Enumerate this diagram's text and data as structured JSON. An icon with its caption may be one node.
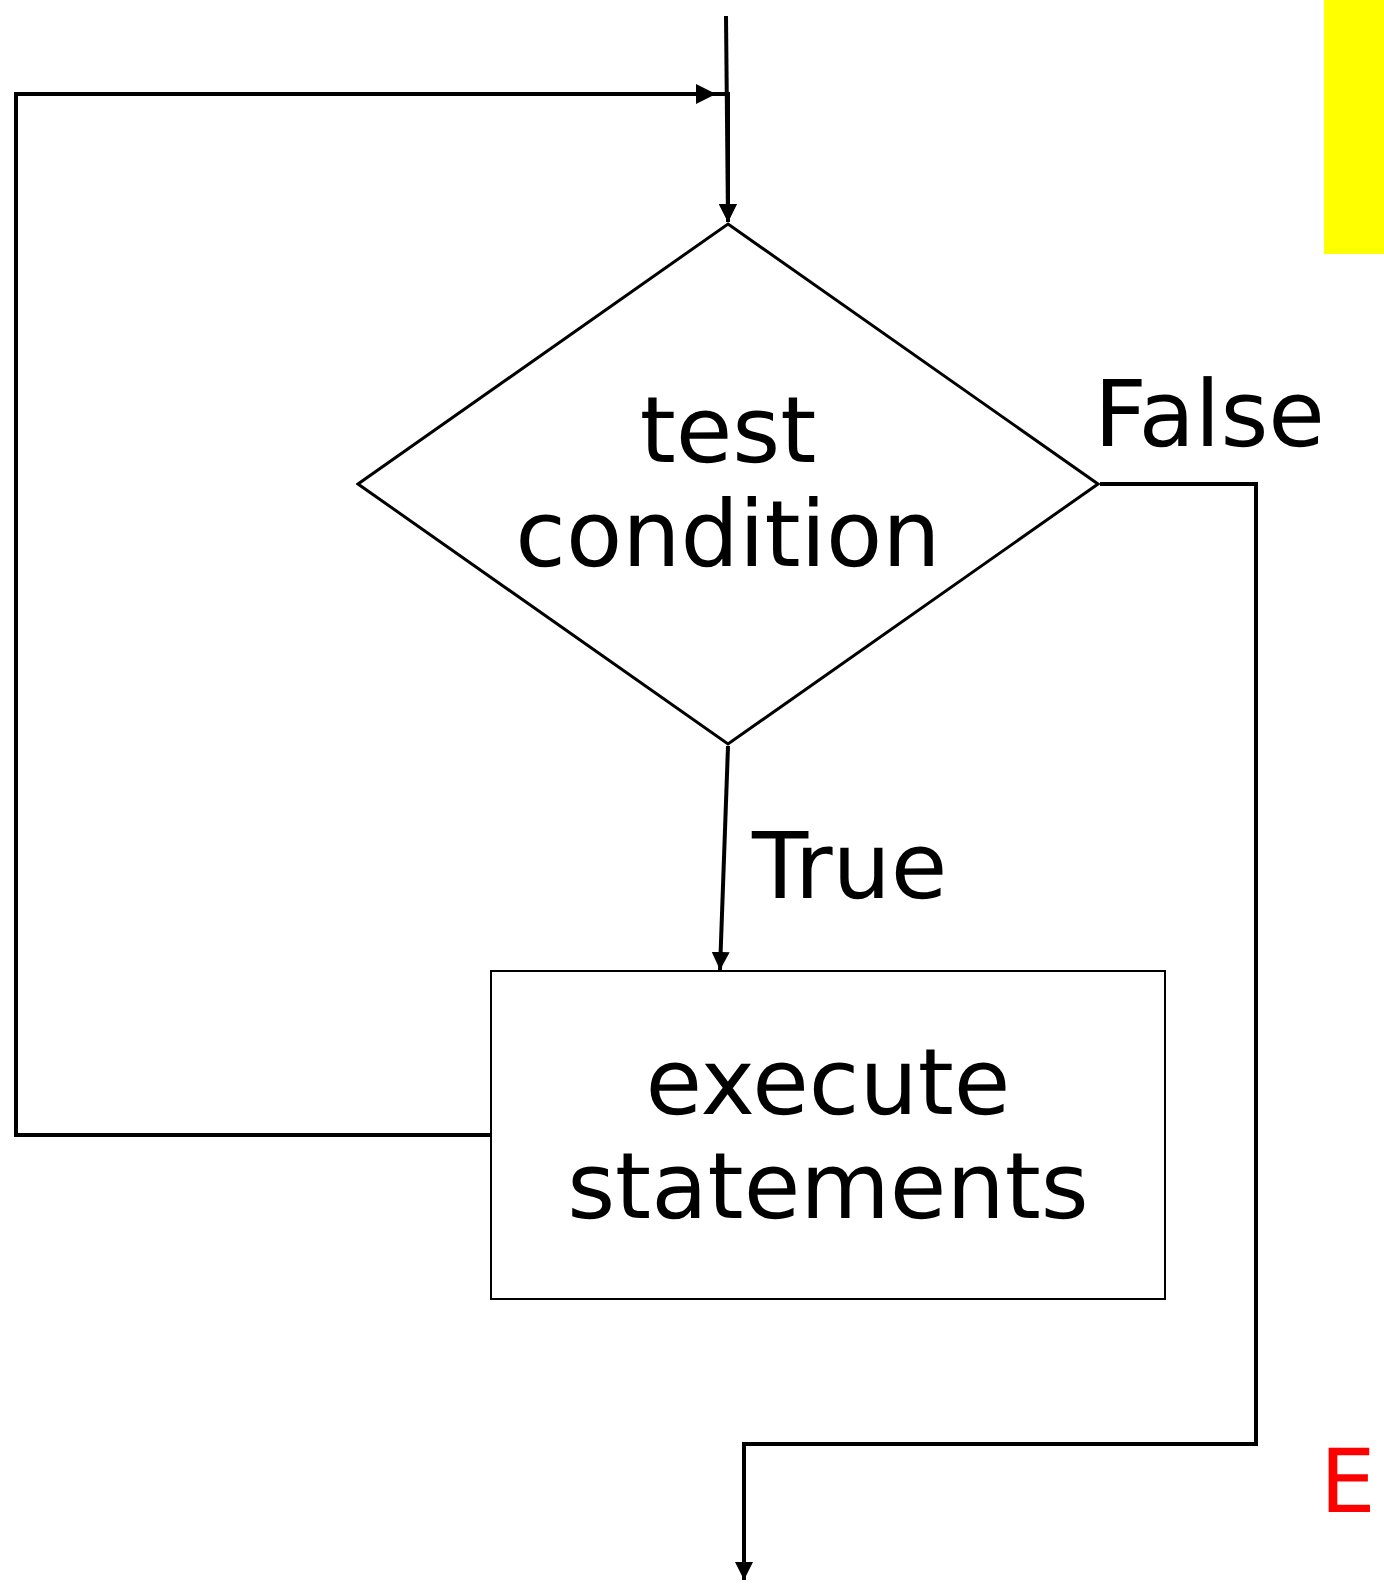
{
  "diagram": {
    "nodes": [
      {
        "text": [
          "test condition"
        ]
      },
      {
        "text": [
          "execute statements"
        ]
      }
    ],
    "edges": [
      {
        "from": null,
        "to": 0,
        "arrow": "to"
      },
      {
        "from": 1,
        "to": 0,
        "arrow": "to"
      },
      {
        "from": 0,
        "to": 1,
        "arrow": "to",
        "label": "True"
      },
      {
        "from": 0,
        "to": null,
        "arrow": "to",
        "label": "False"
      }
    ],
    "labels": [
      "E"
    ]
  }
}
